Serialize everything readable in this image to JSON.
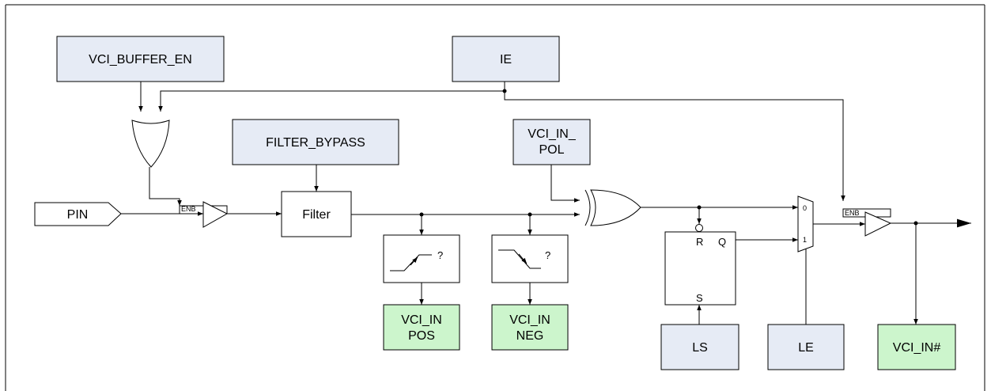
{
  "colors": {
    "register_fill": "#e6ebf5",
    "output_fill": "#ccf5cc",
    "plain_fill": "#ffffff",
    "line": "#000000"
  },
  "registers": {
    "vci_buffer_en": "VCI_BUFFER_EN",
    "ie": "IE",
    "filter_bypass": "FILTER_BYPASS",
    "vci_in_pol_line1": "VCI_IN_",
    "vci_in_pol_line2": "POL",
    "ls": "LS",
    "le": "LE"
  },
  "outputs": {
    "vci_in_pos_line1": "VCI_IN",
    "vci_in_pos_line2": "POS",
    "vci_in_neg_line1": "VCI_IN",
    "vci_in_neg_line2": "NEG",
    "vci_in_hash": "VCI_IN#"
  },
  "pin_label": "PIN",
  "filter_label": "Filter",
  "buffer_enable_label": "ENB",
  "edge_detector_symbol": "?",
  "latch": {
    "r": "R",
    "q": "Q",
    "s": "S"
  },
  "mux": {
    "input0": "0",
    "input1": "1"
  }
}
